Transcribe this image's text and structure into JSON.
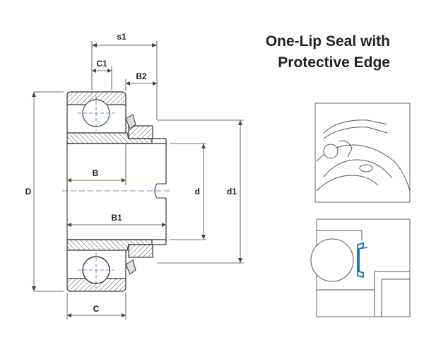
{
  "title": {
    "line1": "One-Lip Seal with",
    "line2": "Protective Edge"
  },
  "dimensions": {
    "s1": "s1",
    "C1": "C1",
    "B2": "B2",
    "B": "B",
    "B1": "B1",
    "C": "C",
    "D": "D",
    "d": "d",
    "d1": "d1"
  },
  "colors": {
    "line": "#333333",
    "hatch": "#555555",
    "centerline": "#3a6fb0",
    "seal_highlight": "#1f77c9",
    "frame": "#666666"
  }
}
